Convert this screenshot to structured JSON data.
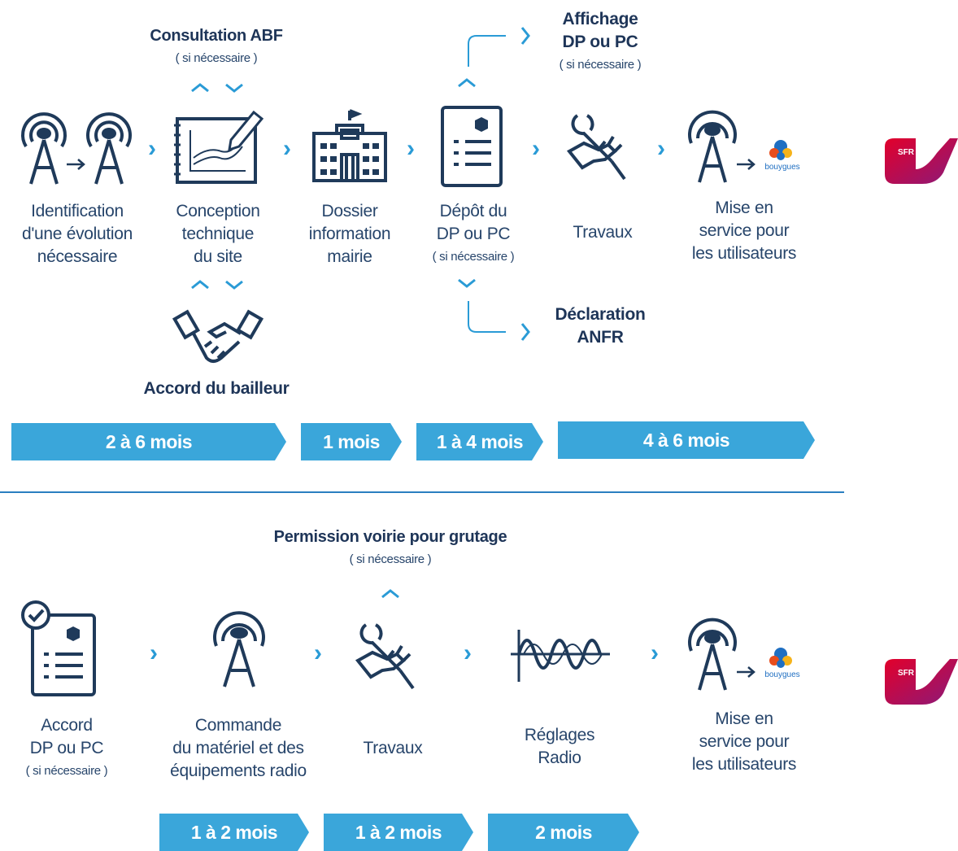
{
  "colors": {
    "accent": "#2a9bd6",
    "bar": "#3aa6da",
    "text": "#27456b",
    "divider": "#2a7fc0"
  },
  "top": {
    "consultation": {
      "title": "Consultation ABF",
      "note": "( si nécessaire )"
    },
    "affichage": {
      "title1": "Affichage",
      "title2": "DP ou PC",
      "note": "( si nécessaire )"
    },
    "declaration": {
      "line1": "Déclaration",
      "line2": "ANFR"
    },
    "accord_bailleur": "Accord du bailleur",
    "steps": [
      {
        "icon": "antenna-evolution-icon",
        "lines": [
          "Identification",
          "d'une évolution",
          "nécessaire"
        ]
      },
      {
        "icon": "blueprint-pen-icon",
        "lines": [
          "Conception",
          "technique",
          "du site"
        ]
      },
      {
        "icon": "town-hall-icon",
        "lines": [
          "Dossier",
          "information",
          "mairie"
        ]
      },
      {
        "icon": "document-icon",
        "lines": [
          "Dépôt du",
          "DP ou PC"
        ],
        "note": "( si nécessaire )"
      },
      {
        "icon": "wrench-hand-icon",
        "lines": [
          "Travaux"
        ]
      },
      {
        "icon": "antenna-bouygues-icon",
        "lines": [
          "Mise en",
          "service pour",
          "les utilisateurs"
        ]
      }
    ],
    "durations": [
      "2 à 6 mois",
      "1 mois",
      "1 à 4 mois",
      "4 à 6 mois"
    ]
  },
  "bottom": {
    "permission": {
      "title": "Permission voirie pour grutage",
      "note": "( si nécessaire )"
    },
    "steps": [
      {
        "icon": "approved-document-icon",
        "lines": [
          "Accord",
          "DP ou PC"
        ],
        "note": "( si nécessaire )"
      },
      {
        "icon": "antenna-icon",
        "lines": [
          "Commande",
          "du matériel et des",
          "équipements radio"
        ]
      },
      {
        "icon": "wrench-hand-icon",
        "lines": [
          "Travaux"
        ]
      },
      {
        "icon": "radio-wave-icon",
        "lines": [
          "Réglages",
          "Radio"
        ]
      },
      {
        "icon": "antenna-bouygues-icon",
        "lines": [
          "Mise en",
          "service pour",
          "les utilisateurs"
        ]
      }
    ],
    "durations": [
      "1 à 2 mois",
      "1 à 2 mois",
      "2 mois"
    ]
  },
  "logos": {
    "sfr": "SFR",
    "bouygues": "bouygues"
  }
}
